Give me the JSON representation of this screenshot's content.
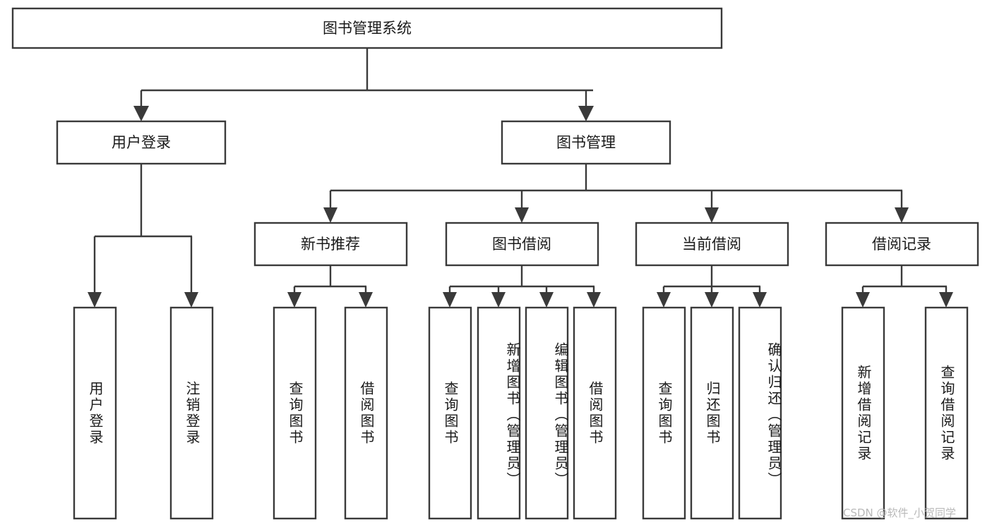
{
  "diagram": {
    "title": "图书管理系统",
    "type": "tree-hierarchy-chart",
    "orientation": "top-down",
    "colors": {
      "box_stroke": "#3a3a3a",
      "box_fill": "#ffffff",
      "text": "#1a1a1a",
      "background": "#ffffff",
      "watermark": "#b9b9b9"
    },
    "root": {
      "label": "图书管理系统"
    },
    "level2": [
      {
        "id": "user-login",
        "label": "用户登录"
      },
      {
        "id": "book-management",
        "label": "图书管理"
      }
    ],
    "level3": [
      {
        "id": "new-book-recommend",
        "label": "新书推荐",
        "parent": "book-management"
      },
      {
        "id": "book-borrow",
        "label": "图书借阅",
        "parent": "book-management"
      },
      {
        "id": "current-borrow",
        "label": "当前借阅",
        "parent": "book-management"
      },
      {
        "id": "borrow-record",
        "label": "借阅记录",
        "parent": "book-management"
      }
    ],
    "leaves": {
      "user-login": [
        {
          "id": "leaf-user-login",
          "label": "用户登录"
        },
        {
          "id": "leaf-user-logout",
          "label": "注销登录"
        }
      ],
      "new-book-recommend": [
        {
          "id": "leaf-query-book-1",
          "label": "查询图书"
        },
        {
          "id": "leaf-borrow-book-1",
          "label": "借阅图书"
        }
      ],
      "book-borrow": [
        {
          "id": "leaf-query-book-2",
          "label": "查询图书"
        },
        {
          "id": "leaf-add-book",
          "label": "新增图书（管理员）"
        },
        {
          "id": "leaf-edit-book",
          "label": "编辑图书（管理员）"
        },
        {
          "id": "leaf-borrow-book-2",
          "label": "借阅图书"
        }
      ],
      "current-borrow": [
        {
          "id": "leaf-query-book-3",
          "label": "查询图书"
        },
        {
          "id": "leaf-return-book",
          "label": "归还图书"
        },
        {
          "id": "leaf-confirm-return",
          "label": "确认归还（管理员）"
        }
      ],
      "borrow-record": [
        {
          "id": "leaf-add-record",
          "label": "新增借阅记录"
        },
        {
          "id": "leaf-query-record",
          "label": "查询借阅记录"
        }
      ]
    }
  },
  "watermark": {
    "text": "CSDN @软件_小贺同学"
  }
}
